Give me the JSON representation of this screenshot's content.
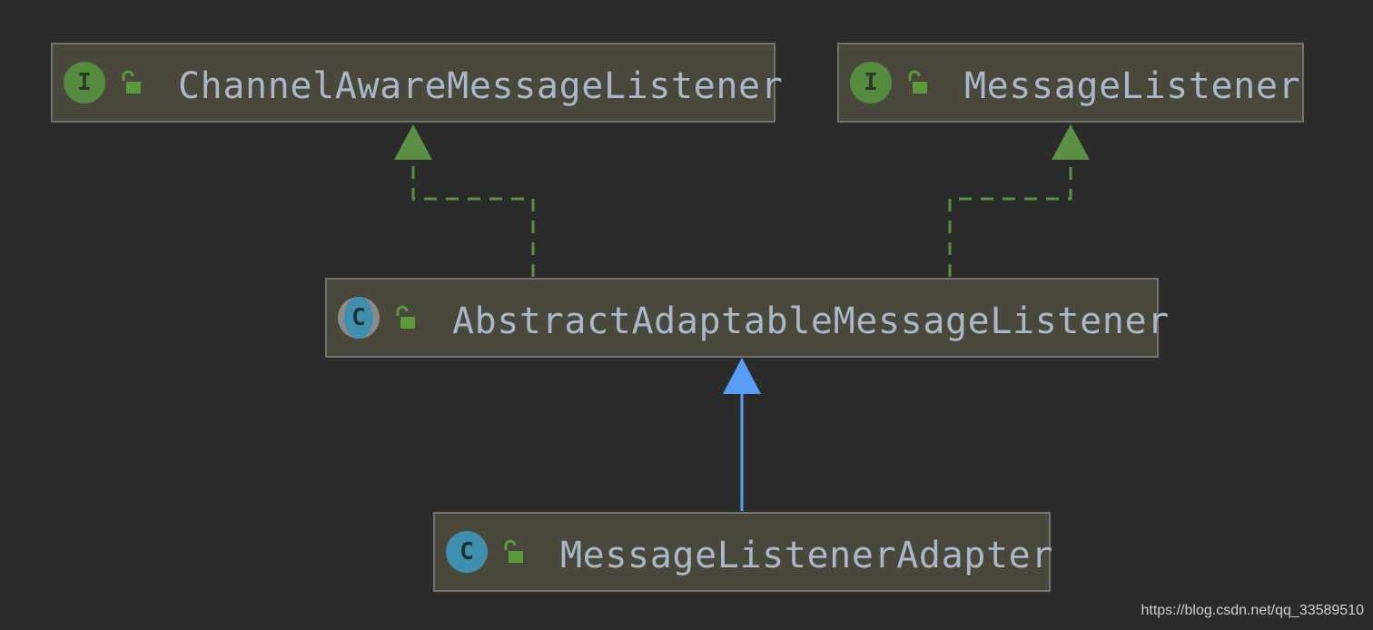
{
  "diagram": {
    "nodes": [
      {
        "id": "channel-aware",
        "kind": "interface",
        "kind_glyph": "I",
        "label": "ChannelAwareMessageListener",
        "visibility": "public"
      },
      {
        "id": "message-listener",
        "kind": "interface",
        "kind_glyph": "I",
        "label": "MessageListener",
        "visibility": "public"
      },
      {
        "id": "abstract-adaptable",
        "kind": "abstract-class",
        "kind_glyph": "C",
        "label": "AbstractAdaptableMessageListener",
        "visibility": "public"
      },
      {
        "id": "adapter",
        "kind": "class",
        "kind_glyph": "C",
        "label": "MessageListenerAdapter",
        "visibility": "public"
      }
    ],
    "edges": [
      {
        "from": "abstract-adaptable",
        "to": "channel-aware",
        "type": "implements"
      },
      {
        "from": "abstract-adaptable",
        "to": "message-listener",
        "type": "implements"
      },
      {
        "from": "adapter",
        "to": "abstract-adaptable",
        "type": "extends"
      }
    ]
  },
  "colors": {
    "background": "#2b2b2b",
    "node_fill": "#4a473c",
    "node_border": "#727272",
    "label_text": "#a9b7c6",
    "interface_icon": "#558b3f",
    "class_icon": "#3f8fae",
    "lock_icon": "#5a9a3a",
    "implements_edge": "#5a8f45",
    "extends_edge": "#589df6"
  },
  "icons": {
    "kind": "class-kind-icon",
    "visibility": "unlocked-padlock-icon"
  },
  "watermark": "https://blog.csdn.net/qq_33589510"
}
